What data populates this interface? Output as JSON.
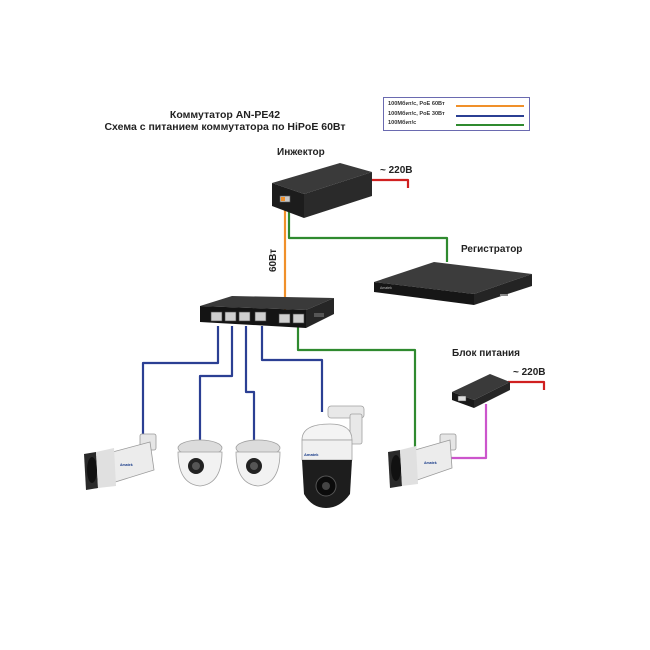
{
  "title": {
    "line1": "Коммутатор AN-PE42",
    "line2": "Схема с питанием коммутатора по HiPoE 60Вт"
  },
  "legend": {
    "items": [
      {
        "label": "100Мбит/с, PoE 60Вт",
        "color": "#f0902a"
      },
      {
        "label": "100Мбит/с, PoE 30Вт",
        "color": "#2b3f93"
      },
      {
        "label": "100Мбит/с",
        "color": "#2f8a2f"
      }
    ]
  },
  "labels": {
    "injector": "Инжектор",
    "injector_voltage": "~ 220В",
    "recorder": "Регистратор",
    "psu": "Блок питания",
    "psu_voltage": "~ 220В",
    "power_60w": "60Вт"
  },
  "brand": {
    "text": "Amatek"
  },
  "colors": {
    "poe60": "#f0902a",
    "poe30": "#2b3f93",
    "data": "#2f8a2f",
    "power_ac": "#d02020",
    "power_dc": "#cc55cc"
  }
}
